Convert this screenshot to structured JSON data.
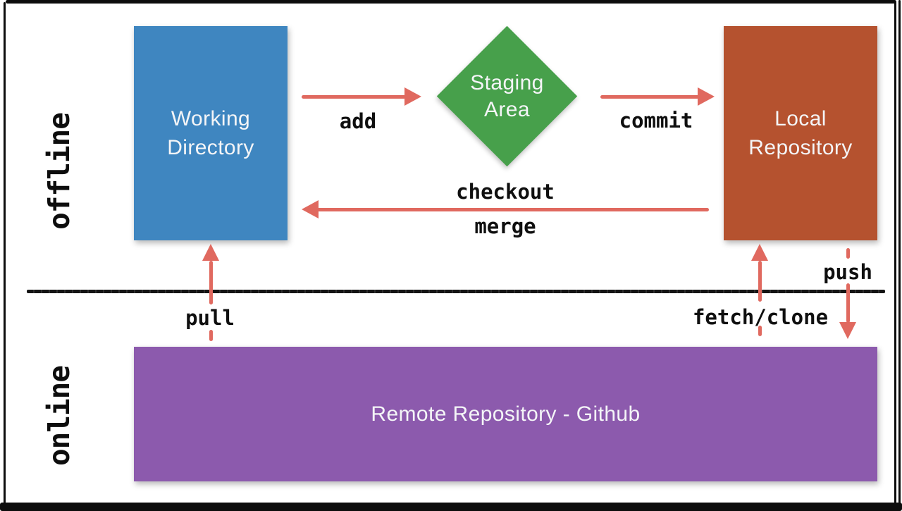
{
  "sections": {
    "offline_label": "offline",
    "online_label": "online"
  },
  "nodes": {
    "working_directory": {
      "line1": "Working",
      "line2": "Directory",
      "color": "#3f86c0"
    },
    "staging_area": {
      "line1": "Staging",
      "line2": "Area",
      "color": "#47a04b"
    },
    "local_repository": {
      "line1": "Local",
      "line2": "Repository",
      "color": "#b5522f"
    },
    "remote_repository": {
      "label": "Remote Repository - Github",
      "color": "#8c5aad"
    }
  },
  "commands": {
    "add": "add",
    "commit": "commit",
    "checkout": "checkout",
    "merge": "merge",
    "pull": "pull",
    "fetch_clone": "fetch/clone",
    "push": "push"
  },
  "colors": {
    "arrow": "#e0695f",
    "node_text": "#f4f5f7",
    "command_text": "#0f0f0f",
    "frame": "#0d0d0d"
  }
}
